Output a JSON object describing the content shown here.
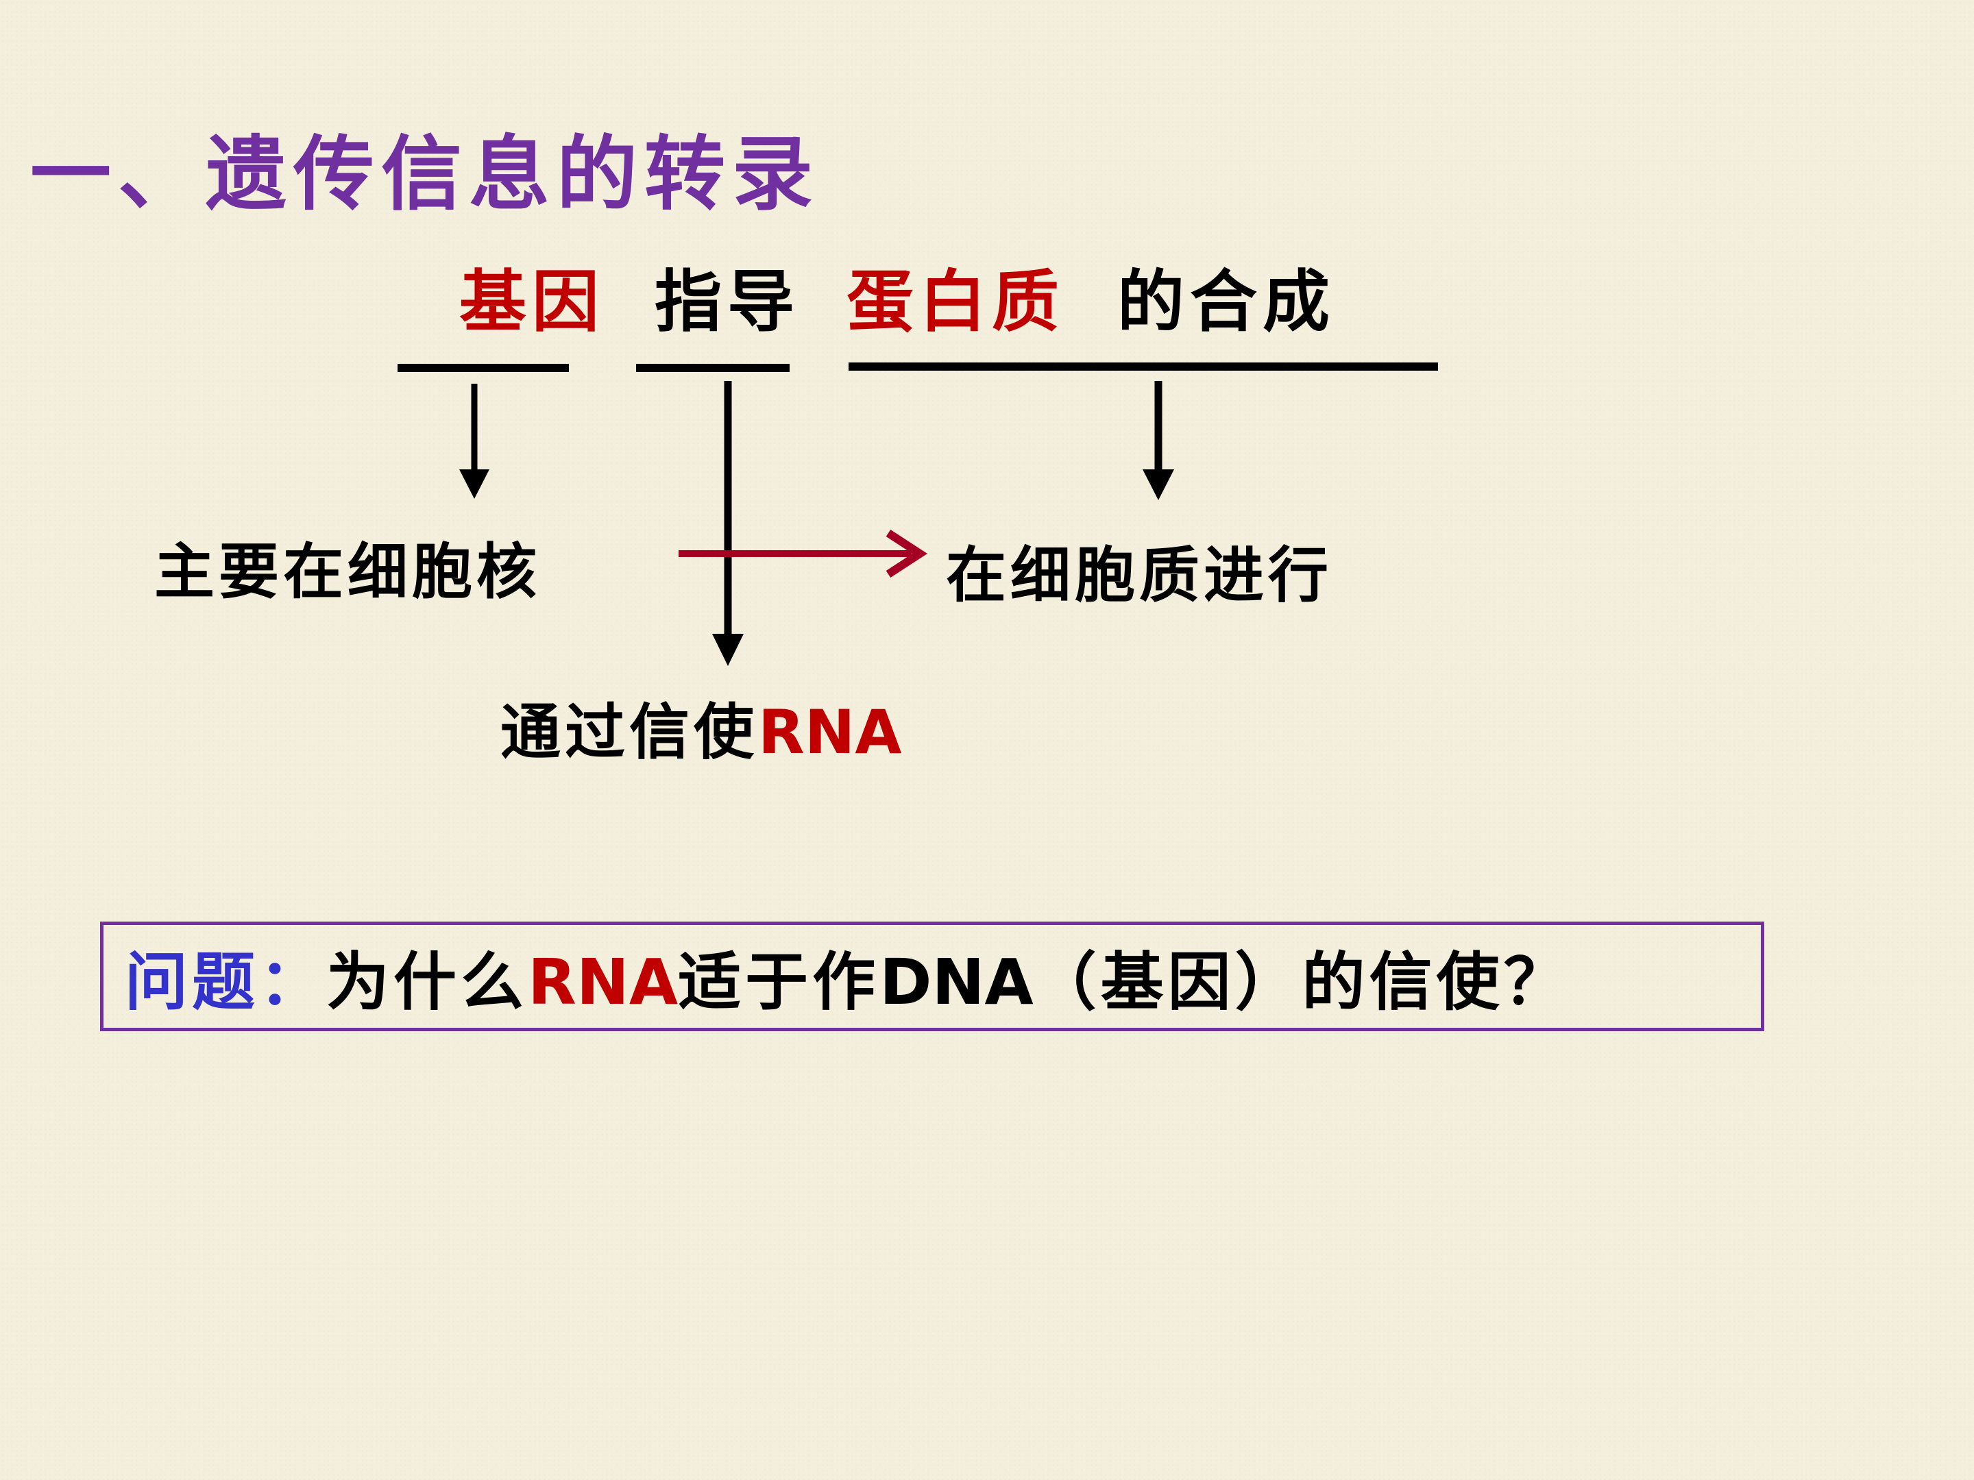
{
  "colors": {
    "background": "#f3efdc",
    "title": "#7030a0",
    "emphasis_red": "#c00000",
    "text_black": "#000000",
    "question_label_blue": "#3333cc",
    "box_border": "#7030a0",
    "arrow_red": "#a50021"
  },
  "title": "一、遗传信息的转录",
  "sentence": {
    "word1": "基因",
    "word2": "指导",
    "word3": "蛋白质",
    "word4": "的合成"
  },
  "labels": {
    "nucleus": "主要在细胞核",
    "cytoplasm": "在细胞质进行",
    "messenger_prefix": "通过信使",
    "messenger_rna": "RNA"
  },
  "question": {
    "label": "问题：",
    "part1": "为什么",
    "rna": "RNA",
    "part2": "适于作",
    "dna": "DNA",
    "part3": "（基因）的信使？"
  }
}
